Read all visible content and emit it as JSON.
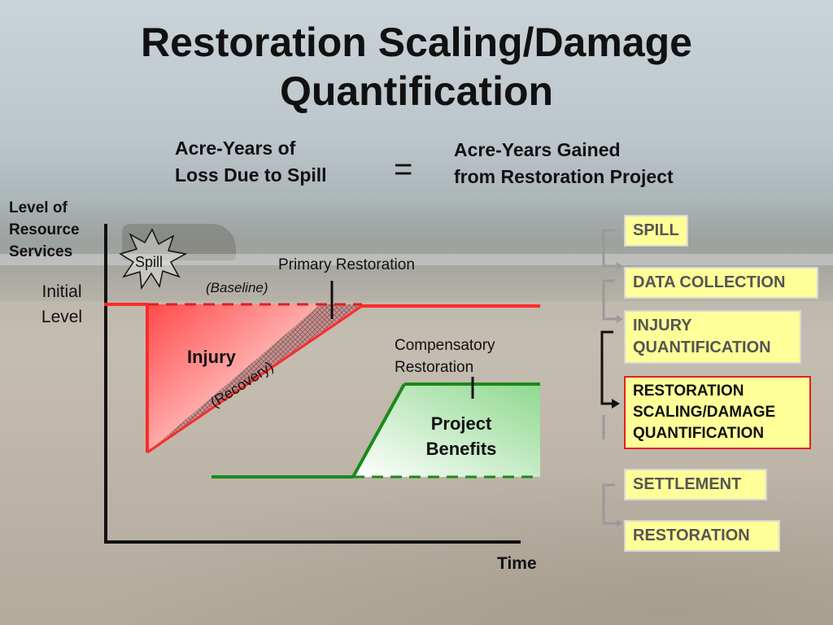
{
  "title": {
    "line1": "Restoration Scaling/Damage",
    "line2": "Quantification"
  },
  "equation": {
    "left_line1": "Acre-Years of",
    "left_line2": "Loss Due to Spill",
    "sign": "=",
    "right_line1": "Acre-Years Gained",
    "right_line2": "from Restoration Project"
  },
  "graph": {
    "y_axis_line1": "Level of",
    "y_axis_line2": "Resource",
    "y_axis_line3": "Services",
    "initial_line1": "Initial",
    "initial_line2": "Level",
    "x_axis": "Time",
    "spill": "Spill",
    "baseline": "(Baseline)",
    "primary_restoration": "Primary Restoration",
    "injury": "Injury",
    "recovery": "(Recovery)",
    "compensatory_line1": "Compensatory",
    "compensatory_line2": "Restoration",
    "project_line1": "Project",
    "project_line2": "Benefits"
  },
  "process": {
    "steps": [
      {
        "lines": [
          "SPILL"
        ],
        "active": false
      },
      {
        "lines": [
          "DATA COLLECTION"
        ],
        "active": false
      },
      {
        "lines": [
          "INJURY",
          "QUANTIFICATION"
        ],
        "active": false
      },
      {
        "lines": [
          "RESTORATION",
          "SCALING/DAMAGE",
          "QUANTIFICATION"
        ],
        "active": true
      },
      {
        "lines": [
          "SETTLEMENT"
        ],
        "active": false
      },
      {
        "lines": [
          "RESTORATION"
        ],
        "active": false
      }
    ]
  },
  "colors": {
    "injury_red": "#ff2a2a",
    "project_green": "#1a8a1a",
    "stage_fill": "#ffff99",
    "active_border": "#e02020",
    "arrow_gray": "#9a9a9a"
  }
}
